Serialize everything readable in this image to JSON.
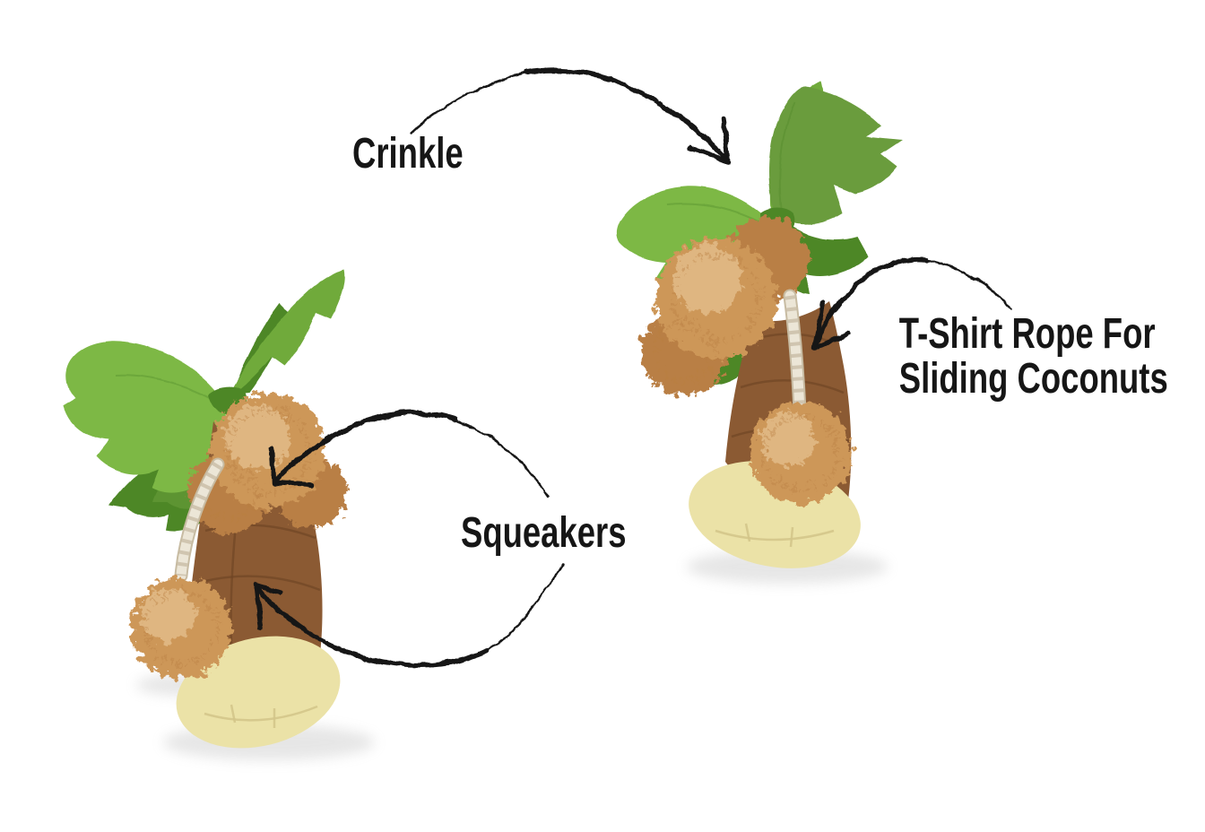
{
  "labels": {
    "crinkle": "Crinkle",
    "squeakers": "Squeakers",
    "rope_line_1": "T-Shirt Rope For",
    "rope_line_2": "Sliding Coconuts"
  },
  "icons": {
    "crinkle_arrow": "hand-drawn-curved-arrow",
    "squeakers_arrow_upper": "hand-drawn-curved-arrow",
    "squeakers_arrow_lower": "hand-drawn-curved-arrow",
    "rope_arrow": "hand-drawn-curved-arrow"
  },
  "colors": {
    "text": "#161616",
    "arrow": "#161616",
    "leaf_bright": "#7db845",
    "leaf_mid": "#6faa3a",
    "leaf_olive": "#6b9c3e",
    "leaf_dark": "#5d9431",
    "leaf_deep": "#4e8728",
    "trunk": "#8b5a33",
    "trunk_seam": "#6d4323",
    "coconut": "#cd9759",
    "coconut_dark": "#b97f44",
    "coconut_light": "#e2bb88",
    "base": "#ebe2a7",
    "base_shadow": "#d2c488",
    "rope": "#ece6d7",
    "rope_shadow": "#c7bba2"
  }
}
